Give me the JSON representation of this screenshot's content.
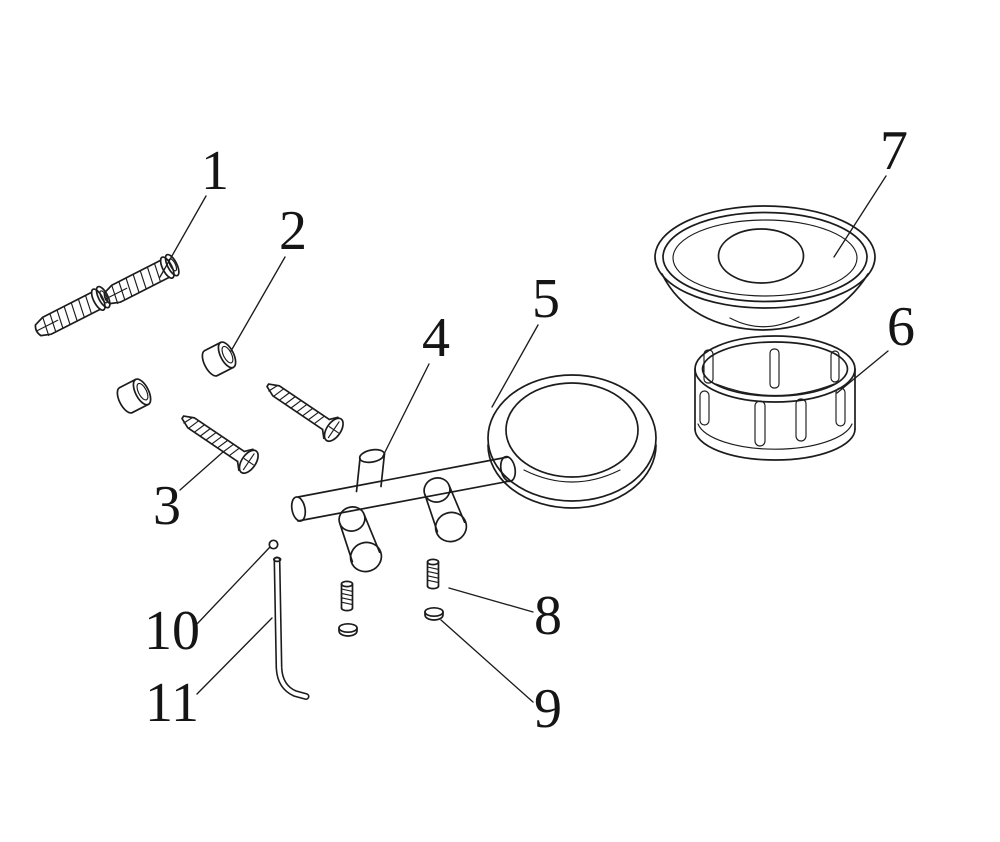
{
  "diagram": {
    "background_color": "#ffffff",
    "line_color": "#1c1c1c",
    "parts": [
      {
        "label": "1",
        "icon": "wall-anchor-icon"
      },
      {
        "label": "2",
        "icon": "cover-cap-icon"
      },
      {
        "label": "3",
        "icon": "mounting-screw-icon"
      },
      {
        "label": "4",
        "icon": "mounting-arm-icon"
      },
      {
        "label": "5",
        "icon": "holder-ring-icon"
      },
      {
        "label": "6",
        "icon": "cup-insert-icon"
      },
      {
        "label": "7",
        "icon": "soap-dish-icon"
      },
      {
        "label": "8",
        "icon": "set-screw-icon"
      },
      {
        "label": "9",
        "icon": "cap-nut-icon"
      },
      {
        "label": "10",
        "icon": "steel-ball-icon"
      },
      {
        "label": "11",
        "icon": "hex-key-icon"
      }
    ]
  }
}
